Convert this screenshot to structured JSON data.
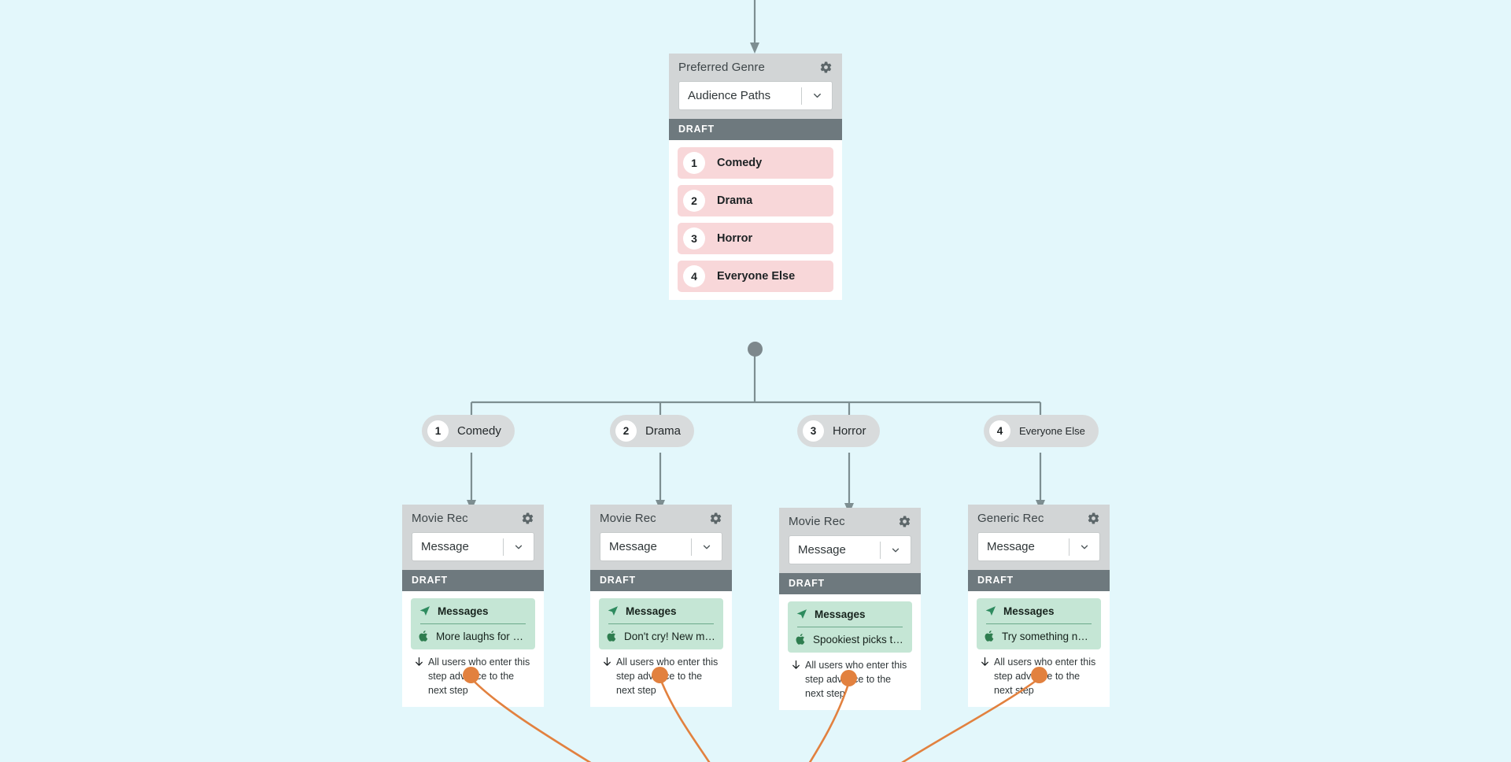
{
  "canvas": {
    "background": "#e3f7fb",
    "wire_color": "#7d8e91",
    "orange": "#e2813f"
  },
  "split_node": {
    "title": "Preferred Genre",
    "gear_icon": "gear-icon",
    "select_value": "Audience Paths",
    "caret_icon": "chevron-down-icon",
    "status": "DRAFT",
    "branches": [
      {
        "num": "1",
        "label": "Comedy"
      },
      {
        "num": "2",
        "label": "Drama"
      },
      {
        "num": "3",
        "label": "Horror"
      },
      {
        "num": "4",
        "label": "Everyone Else"
      }
    ]
  },
  "branch_pills": [
    {
      "num": "1",
      "label": "Comedy"
    },
    {
      "num": "2",
      "label": "Drama"
    },
    {
      "num": "3",
      "label": "Horror"
    },
    {
      "num": "4",
      "label": "Everyone Else"
    }
  ],
  "message_nodes": [
    {
      "title": "Movie Rec",
      "gear_icon": "gear-icon",
      "select_value": "Message",
      "caret_icon": "chevron-down-icon",
      "status": "DRAFT",
      "channel_icon": "paper-plane-icon",
      "channel_label": "Messages",
      "message_icon": "apple-icon",
      "message_label": "More laughs for you",
      "advance_icon": "arrow-down-icon",
      "advance_text": "All users who enter this step advance to the next step"
    },
    {
      "title": "Movie Rec",
      "gear_icon": "gear-icon",
      "select_value": "Message",
      "caret_icon": "chevron-down-icon",
      "status": "DRAFT",
      "channel_icon": "paper-plane-icon",
      "channel_label": "Messages",
      "message_icon": "apple-icon",
      "message_label": "Don't cry! New movi…",
      "advance_icon": "arrow-down-icon",
      "advance_text": "All users who enter this step advance to the next step"
    },
    {
      "title": "Movie Rec",
      "gear_icon": "gear-icon",
      "select_value": "Message",
      "caret_icon": "chevron-down-icon",
      "status": "DRAFT",
      "channel_icon": "paper-plane-icon",
      "channel_label": "Messages",
      "message_icon": "apple-icon",
      "message_label": "Spookiest picks this…",
      "advance_icon": "arrow-down-icon",
      "advance_text": "All users who enter this step advance to the next step"
    },
    {
      "title": "Generic Rec",
      "gear_icon": "gear-icon",
      "select_value": "Message",
      "caret_icon": "chevron-down-icon",
      "status": "DRAFT",
      "channel_icon": "paper-plane-icon",
      "channel_label": "Messages",
      "message_icon": "apple-icon",
      "message_label": "Try something new!",
      "advance_icon": "arrow-down-icon",
      "advance_text": "All users who enter this step advance to the next step"
    }
  ]
}
